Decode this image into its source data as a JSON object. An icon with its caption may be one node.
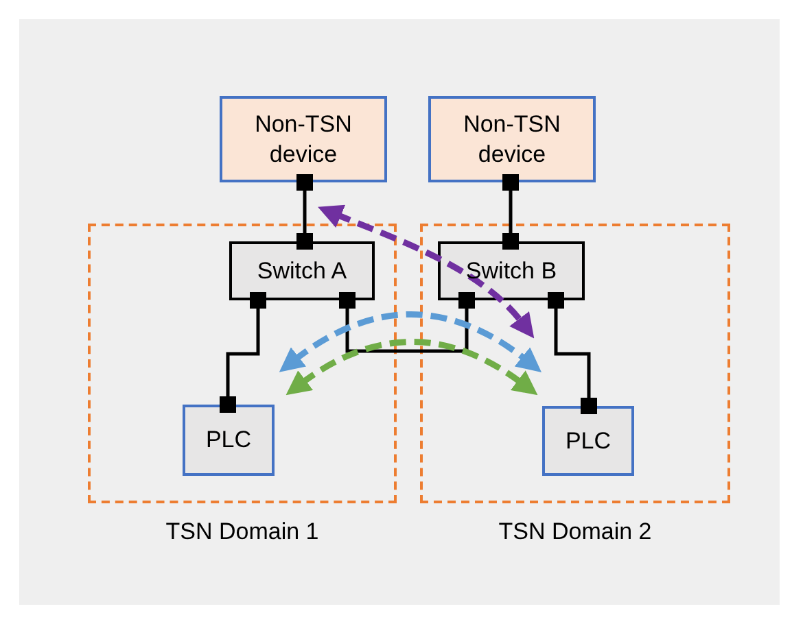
{
  "diagram": {
    "nodes": [
      {
        "text": [
          "TSN Domain 1"
        ]
      },
      {
        "text": [
          "TSN Domain 2"
        ]
      },
      {
        "text": [
          "Non-TSN device"
        ]
      },
      {
        "text": [
          "Non-TSN device"
        ]
      },
      {
        "text": [
          "Switch A"
        ],
        "in": 0
      },
      {
        "text": [
          "Switch B"
        ],
        "in": 1
      },
      {
        "text": [
          "PLC"
        ],
        "in": 0
      },
      {
        "text": [
          "PLC"
        ],
        "in": 1
      }
    ],
    "edges": [
      {
        "from": 2,
        "to": 4,
        "arrow": "other"
      },
      {
        "from": 3,
        "to": 5,
        "arrow": "other"
      },
      {
        "from": 4,
        "to": 6,
        "arrow": "other"
      },
      {
        "from": 4,
        "to": 5,
        "arrow": "other"
      },
      {
        "from": 5,
        "to": 7,
        "arrow": "other"
      },
      {
        "from": 2,
        "to": 5,
        "arrow": "both",
        "style": "dashed",
        "color": "#7030a0"
      },
      {
        "from": 6,
        "to": 7,
        "arrow": "both",
        "style": "dashed",
        "color": "#5b9bd5"
      },
      {
        "from": 6,
        "to": 7,
        "arrow": "both",
        "style": "dashed",
        "color": "#70ad47"
      }
    ]
  }
}
